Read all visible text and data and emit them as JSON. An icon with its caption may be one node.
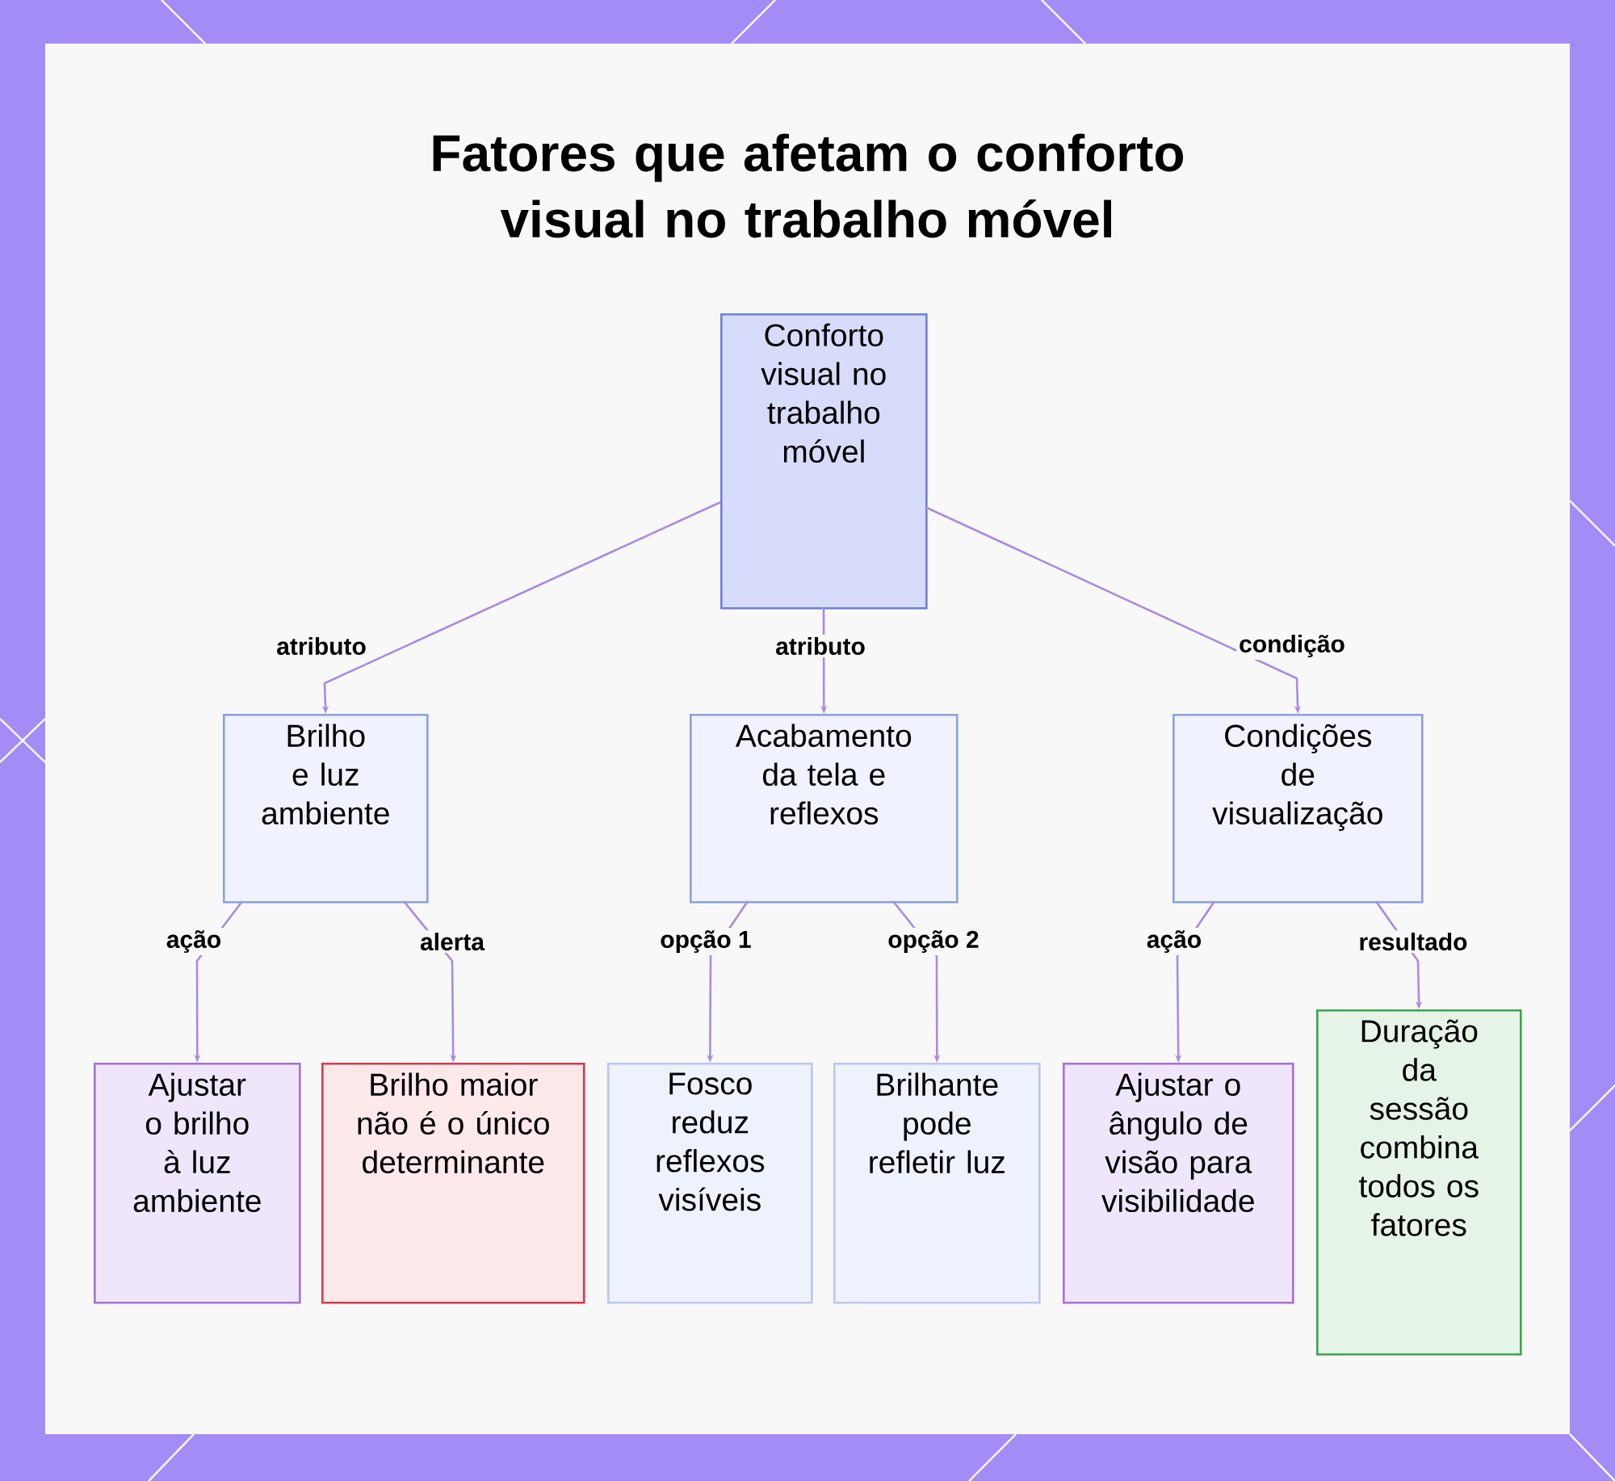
{
  "diagram": {
    "title": "Fatores que afetam o conforto visual no trabalho móvel",
    "nodes": [
      {
        "text": [
          "Conforto visual no trabalho móvel"
        ]
      },
      {
        "text": [
          "Brilho e luz ambiente"
        ]
      },
      {
        "text": [
          "Acabamento da tela e reflexos"
        ]
      },
      {
        "text": [
          "Condições de visualização"
        ]
      },
      {
        "text": [
          "Ajustar o brilho à luz ambiente"
        ]
      },
      {
        "text": [
          "Brilho maior não é o único determinante"
        ]
      },
      {
        "text": [
          "Fosco reduz reflexos visíveis"
        ]
      },
      {
        "text": [
          "Brilhante pode refletir luz"
        ]
      },
      {
        "text": [
          "Ajustar o ângulo de visão para visibilidade"
        ]
      },
      {
        "text": [
          "Duração da sessão combina todos os fatores"
        ]
      }
    ],
    "edges": [
      {
        "from": 0,
        "to": 1,
        "arrow": "to",
        "label": "atributo"
      },
      {
        "from": 0,
        "to": 2,
        "arrow": "to",
        "label": "atributo"
      },
      {
        "from": 0,
        "to": 3,
        "arrow": "to",
        "label": "condição"
      },
      {
        "from": 1,
        "to": 4,
        "arrow": "to",
        "label": "ação"
      },
      {
        "from": 1,
        "to": 5,
        "arrow": "to",
        "label": "alerta"
      },
      {
        "from": 2,
        "to": 6,
        "arrow": "to",
        "label": "opção 1"
      },
      {
        "from": 2,
        "to": 7,
        "arrow": "to",
        "label": "opção 2"
      },
      {
        "from": 3,
        "to": 8,
        "arrow": "to",
        "label": "ação"
      },
      {
        "from": 3,
        "to": 9,
        "arrow": "to",
        "label": "resultado"
      }
    ]
  }
}
